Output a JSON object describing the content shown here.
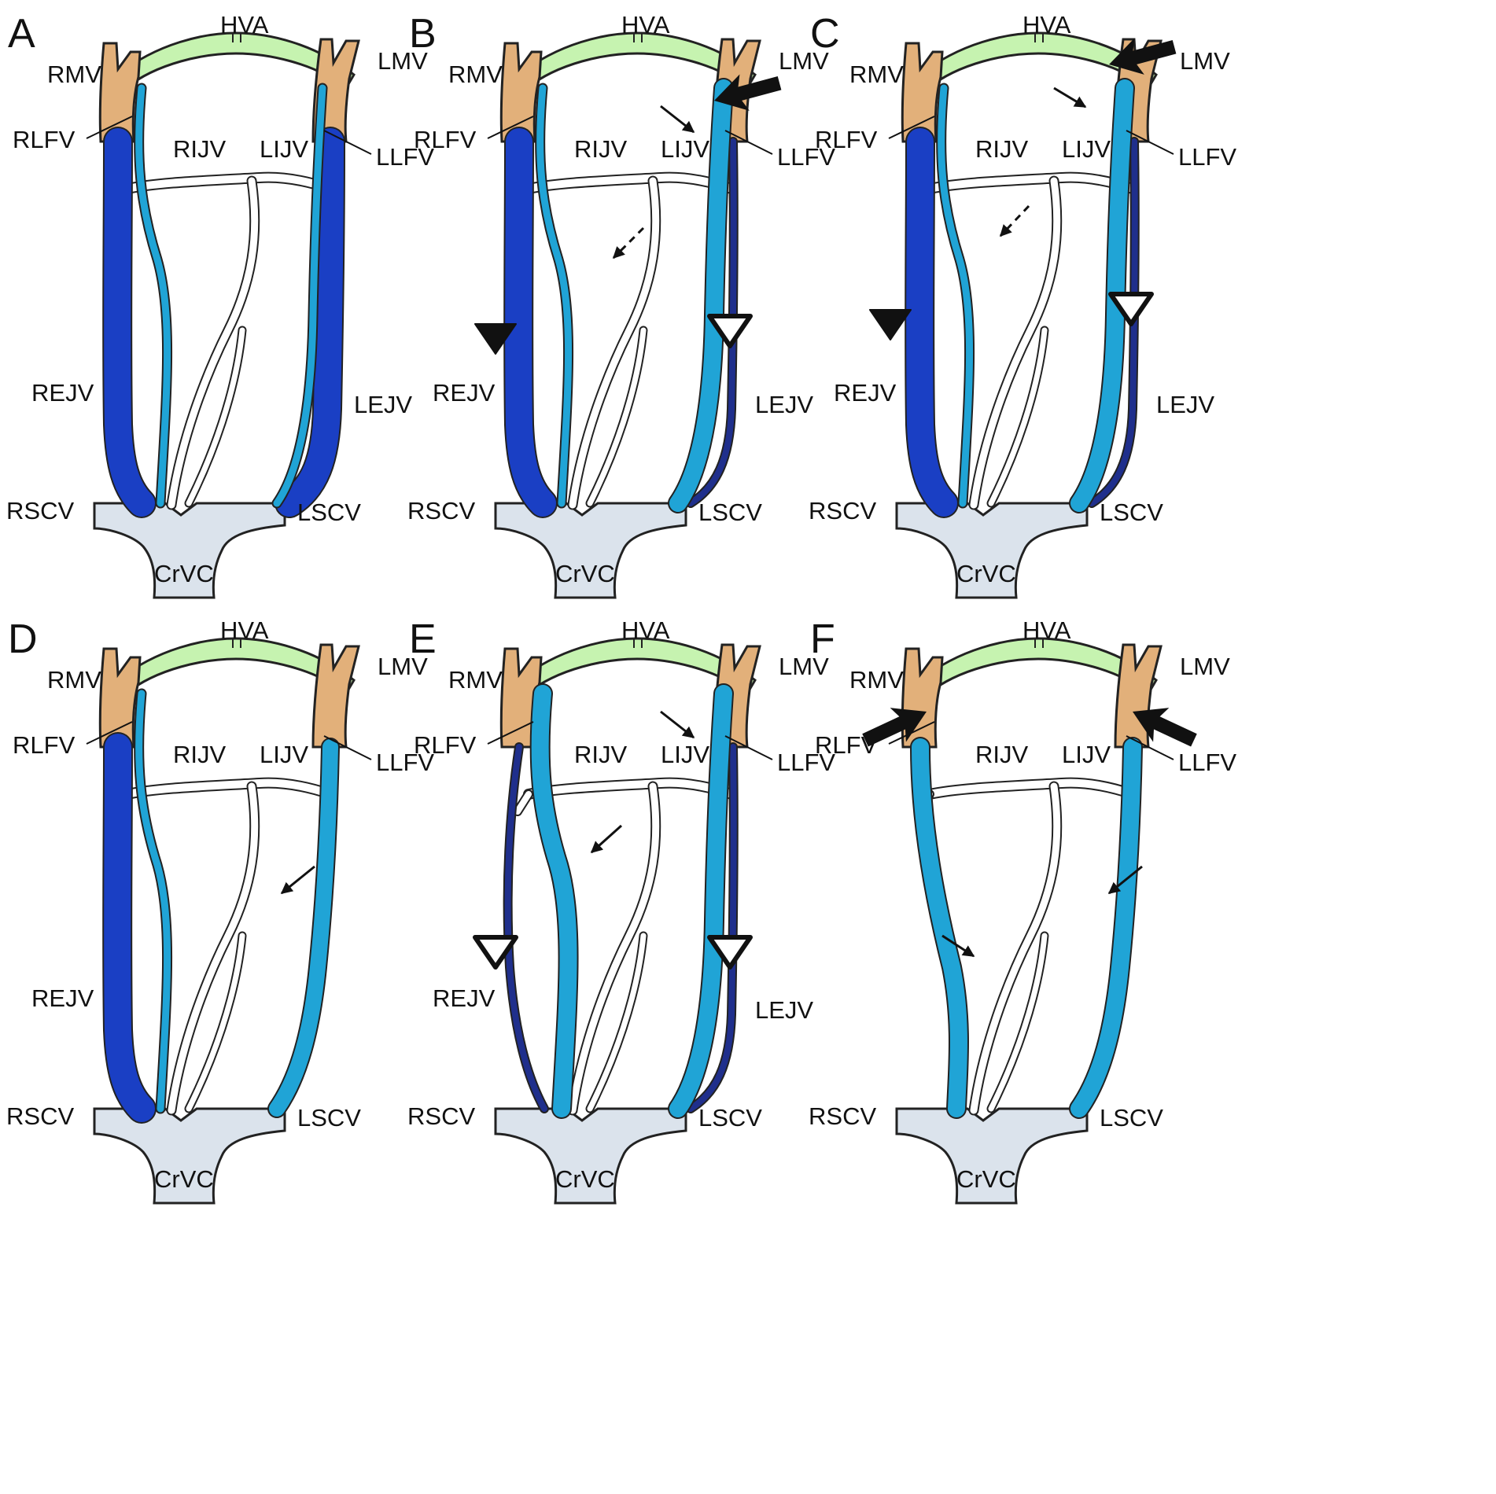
{
  "colors": {
    "hva": "#c6f3b0",
    "brown": "#e2b07a",
    "dark_blue": "#1a3fc4",
    "navy": "#1f2f8c",
    "light_blue": "#20a4d6",
    "pale": "#dbe3ec",
    "outline": "#222222",
    "white_vessel": "#ffffff"
  },
  "panels": [
    {
      "letter": "A",
      "labels": {
        "hva": "HVA",
        "rmv": "RMV",
        "lmv": "LMV",
        "rlfv": "RLFV",
        "llfv": "LLFV",
        "rijv": "RIJV",
        "lijv": "LIJV",
        "rejv": "REJV",
        "lejv": "LEJV",
        "rscv": "RSCV",
        "lscv": "LSCV",
        "crvc": "CrVC"
      }
    },
    {
      "letter": "B",
      "labels": {
        "hva": "HVA",
        "rmv": "RMV",
        "lmv": "LMV",
        "rlfv": "RLFV",
        "llfv": "LLFV",
        "rijv": "RIJV",
        "lijv": "LIJV",
        "rejv": "REJV",
        "lejv": "LEJV",
        "rscv": "RSCV",
        "lscv": "LSCV",
        "crvc": "CrVC"
      }
    },
    {
      "letter": "C",
      "labels": {
        "hva": "HVA",
        "rmv": "RMV",
        "lmv": "LMV",
        "rlfv": "RLFV",
        "llfv": "LLFV",
        "rijv": "RIJV",
        "lijv": "LIJV",
        "rejv": "REJV",
        "lejv": "LEJV",
        "rscv": "RSCV",
        "lscv": "LSCV",
        "crvc": "CrVC"
      }
    },
    {
      "letter": "D",
      "labels": {
        "hva": "HVA",
        "rmv": "RMV",
        "lmv": "LMV",
        "rlfv": "RLFV",
        "llfv": "LLFV",
        "rijv": "RIJV",
        "lijv": "LIJV",
        "rejv": "REJV",
        "rscv": "RSCV",
        "lscv": "LSCV",
        "crvc": "CrVC"
      }
    },
    {
      "letter": "E",
      "labels": {
        "hva": "HVA",
        "rmv": "RMV",
        "lmv": "LMV",
        "rlfv": "RLFV",
        "llfv": "LLFV",
        "rijv": "RIJV",
        "lijv": "LIJV",
        "rejv": "REJV",
        "lejv": "LEJV",
        "rscv": "RSCV",
        "lscv": "LSCV",
        "crvc": "CrVC"
      }
    },
    {
      "letter": "F",
      "labels": {
        "hva": "HVA",
        "rmv": "RMV",
        "lmv": "LMV",
        "rlfv": "RLFV",
        "llfv": "LLFV",
        "rijv": "RIJV",
        "lijv": "LIJV",
        "rscv": "RSCV",
        "lscv": "LSCV",
        "crvc": "CrVC"
      }
    }
  ]
}
